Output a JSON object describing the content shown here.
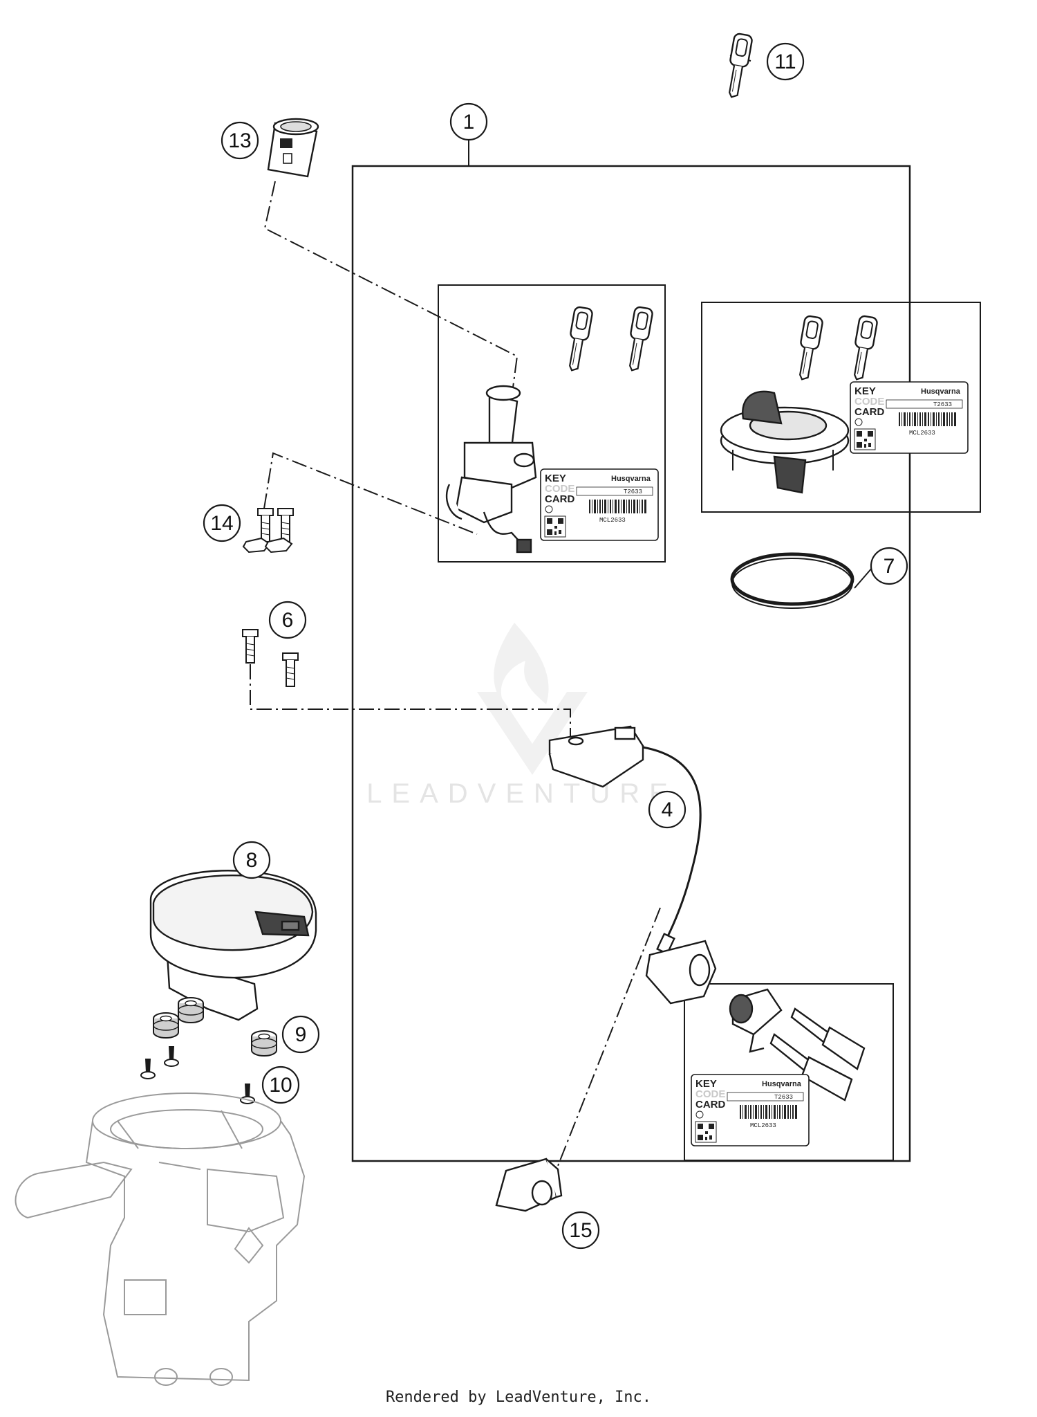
{
  "callouts": [
    "1",
    "4",
    "6",
    "7",
    "8",
    "9",
    "10",
    "11",
    "13",
    "14",
    "15"
  ],
  "key_card": {
    "line1": "KEY",
    "line2": "CODE",
    "line3": "CARD",
    "brand": "Husqvarna",
    "code": "T2633",
    "serial": "MCL2633"
  },
  "watermark": "LEADVENTURE",
  "footer": "Rendered by LeadVenture, Inc.",
  "colors": {
    "line": "#1a1a1a",
    "watermark": "#e4e4e4",
    "background": "#ffffff"
  }
}
